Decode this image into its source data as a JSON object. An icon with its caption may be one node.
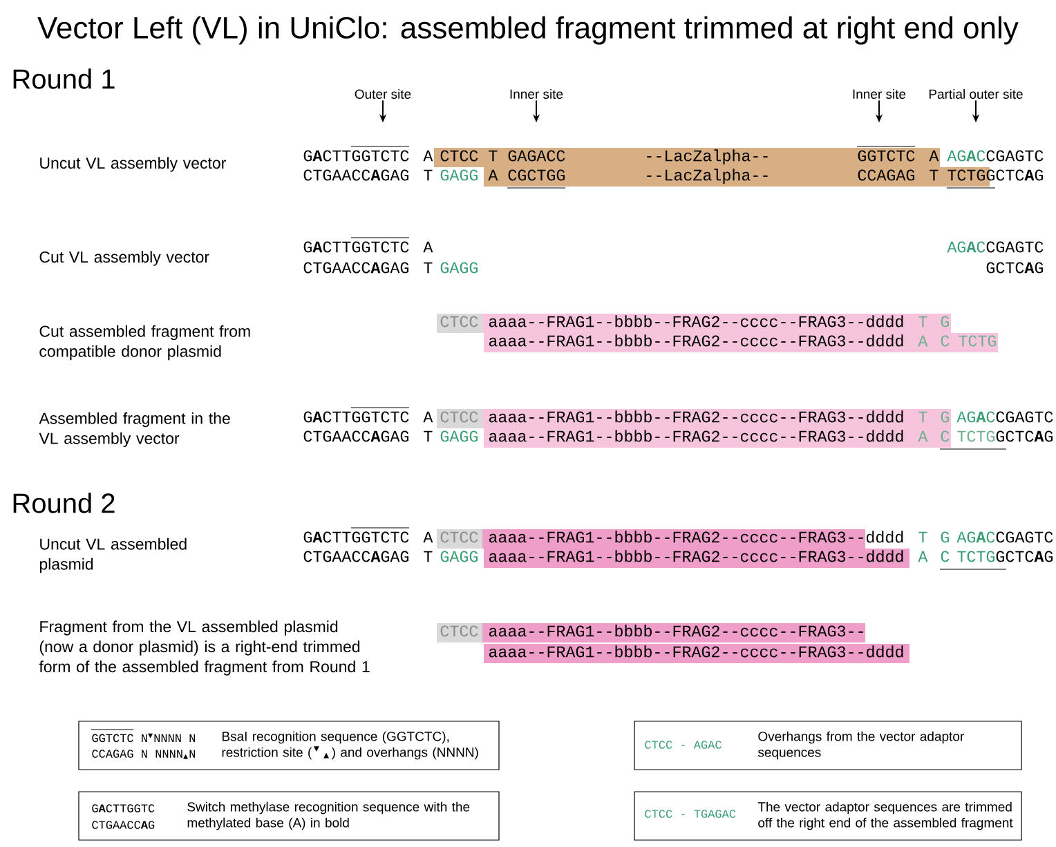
{
  "diagram": {
    "title": "Vector Left (VL) in UniClo: assembled fragment trimmed at right end only",
    "nodes": [
      {
        "text": [
          "Outer site"
        ]
      },
      {
        "text": [
          "Inner site"
        ]
      },
      {
        "text": [
          "Inner site"
        ]
      },
      {
        "text": [
          "Partial outer site"
        ]
      },
      {
        "text": [
          "GGTCTC N$^{▼}$NNNN N",
          "CCAGAG N NNNN$_{▲}$N",
          "BsaI recognition sequence (GGTCTC), restriction site ($^{▼}$$_{▲}$) and overhangs (NNNN)"
        ]
      },
      {
        "text": [
          "CTCC - AGAC",
          "Overhangs from the vector adaptor sequences"
        ]
      },
      {
        "text": [
          "G**A**CTTGGTC",
          "CTGAACC**A**G",
          "Switch methylase recognition sequence with the methylated base (A) in bold"
        ]
      },
      {
        "text": [
          "CTCC - TGAGAC",
          "The vector adaptor sequences are trimmed off the right end of the assembled fragment"
        ]
      }
    ],
    "edges": [
      {
        "from": 0,
        "to": null,
        "arrow": "to"
      },
      {
        "from": 1,
        "to": null,
        "arrow": "to"
      },
      {
        "from": 2,
        "to": null,
        "arrow": "to"
      },
      {
        "from": 3,
        "to": null,
        "arrow": "to"
      }
    ],
    "labels": [
      "Round 1",
      "Uncut VL assembly vector",
      "G**A**CTTGGTCTC",
      "A",
      "CTCC",
      "T",
      "GAGACC",
      "--LacZalpha--",
      "GGTCTC",
      "A",
      "AG**A**C",
      "CGAGTC",
      "CTGAACC**A**GAG",
      "T",
      "GAGG",
      "A",
      "CGCTGG",
      "--LacZalpha--",
      "CCAGAG",
      "T",
      "TCTG",
      "GCTC**A**G",
      "Cut VL assembly vector",
      "G**A**CTTGGTCTC",
      "A",
      "AG**A**C",
      "CGAGTC",
      "CTGAACC**A**GAG",
      "T",
      "GAGG",
      "GCTC**A**G",
      "Cut assembled fragment from compatible donor plasmid",
      "CTCC",
      "aaaa--FRAG1--bbbb--FRAG2--cccc--FRAG3--dddd",
      "T",
      "G",
      "aaaa--FRAG1--bbbb--FRAG2--cccc--FRAG3--dddd",
      "A",
      "C",
      "TCTG",
      "Assembled fragment in the VL assembly vector",
      "G**A**CTTGGTCTC",
      "A",
      "CTCC",
      "aaaa--FRAG1--bbbb--FRAG2--cccc--FRAG3--dddd",
      "T",
      "G",
      "AG**A**C",
      "CGAGTC",
      "CTGAACC**A**GAG",
      "T",
      "GAGG",
      "aaaa--FRAG1--bbbb--FRAG2--cccc--FRAG3--dddd",
      "A",
      "C",
      "TCTG",
      "GCTC**A**G",
      "Round 2",
      "Uncut VL assembled plasmid",
      "G**A**CTTGGTCTC",
      "A",
      "CTCC",
      "aaaa--FRAG1--bbbb--FRAG2--cccc--FRAG3--",
      "dddd",
      "T",
      "G",
      "AG**A**C",
      "CGAGTC",
      "CTGAACC**A**GAG",
      "T",
      "GAGG",
      "aaaa--FRAG1--bbbb--FRAG2--cccc--FRAG3--dddd",
      "A",
      "C",
      "TCTG",
      "GCTC**A**G",
      "Fragment from the VL assembled plasmid (now a donor plasmid) is a right-end trimmed form of the assembled fragment from Round 1",
      "CTCC",
      "aaaa--FRAG1--bbbb--FRAG2--cccc--FRAG3--",
      "aaaa--FRAG1--bbbb--FRAG2--cccc--FRAG3--dddd"
    ]
  }
}
